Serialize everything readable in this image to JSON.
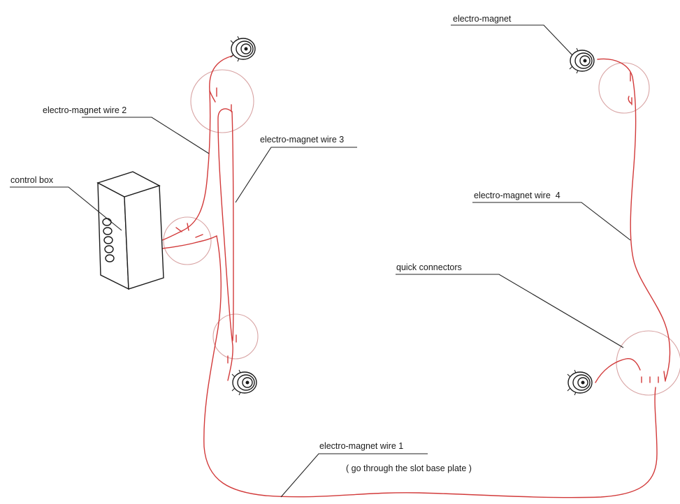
{
  "labels": {
    "electro_magnet": "electro-magnet",
    "wire2": "electro-magnet wire 2",
    "wire3": "electro-magnet wire 3",
    "control_box": "control box",
    "wire4": "electro-magnet wire  4",
    "quick_connectors": "quick connectors",
    "wire1": "electro-magnet wire 1",
    "wire1_note": "( go through the slot base plate )"
  },
  "colors": {
    "wire": "#d23a3a",
    "connector_ring": "#d8a3a3",
    "linework": "#1a1a1a"
  },
  "icons": {
    "magnet": "electro-magnet-icon",
    "control_box": "control-box-icon"
  }
}
